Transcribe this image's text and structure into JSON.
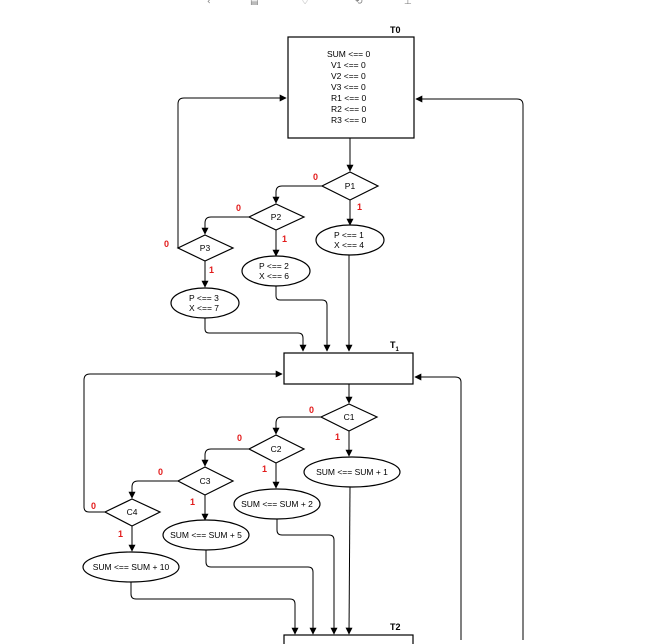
{
  "toolbar": {
    "glyphs": [
      "‹",
      "▤",
      "♢",
      "⟲",
      "⊥"
    ]
  },
  "states": {
    "t0": {
      "label": "T0"
    },
    "t1": {
      "label": "T",
      "sub": "1"
    },
    "t2": {
      "label": "T2"
    }
  },
  "init_block": {
    "lines": [
      "SUM <== 0",
      "V1 <== 0",
      "V2 <== 0",
      "V3 <== 0",
      "R1 <== 0",
      "R2 <== 0",
      "R3 <== 0"
    ]
  },
  "decisions": {
    "p1": "P1",
    "p2": "P2",
    "p3": "P3",
    "c1": "C1",
    "c2": "C2",
    "c3": "C3",
    "c4": "C4"
  },
  "branch_labels": {
    "zero": "0",
    "one": "1"
  },
  "actions": {
    "p1_true": [
      "P <== 1",
      "X <== 4"
    ],
    "p2_true": [
      "P <== 2",
      "X <== 6"
    ],
    "p3_true": [
      "P <== 3",
      "X <== 7"
    ],
    "c1_true": "SUM <== SUM + 1",
    "c2_true": "SUM <== SUM + 2",
    "c3_true": "SUM <== SUM + 5",
    "c4_true": "SUM <== SUM + 10"
  }
}
